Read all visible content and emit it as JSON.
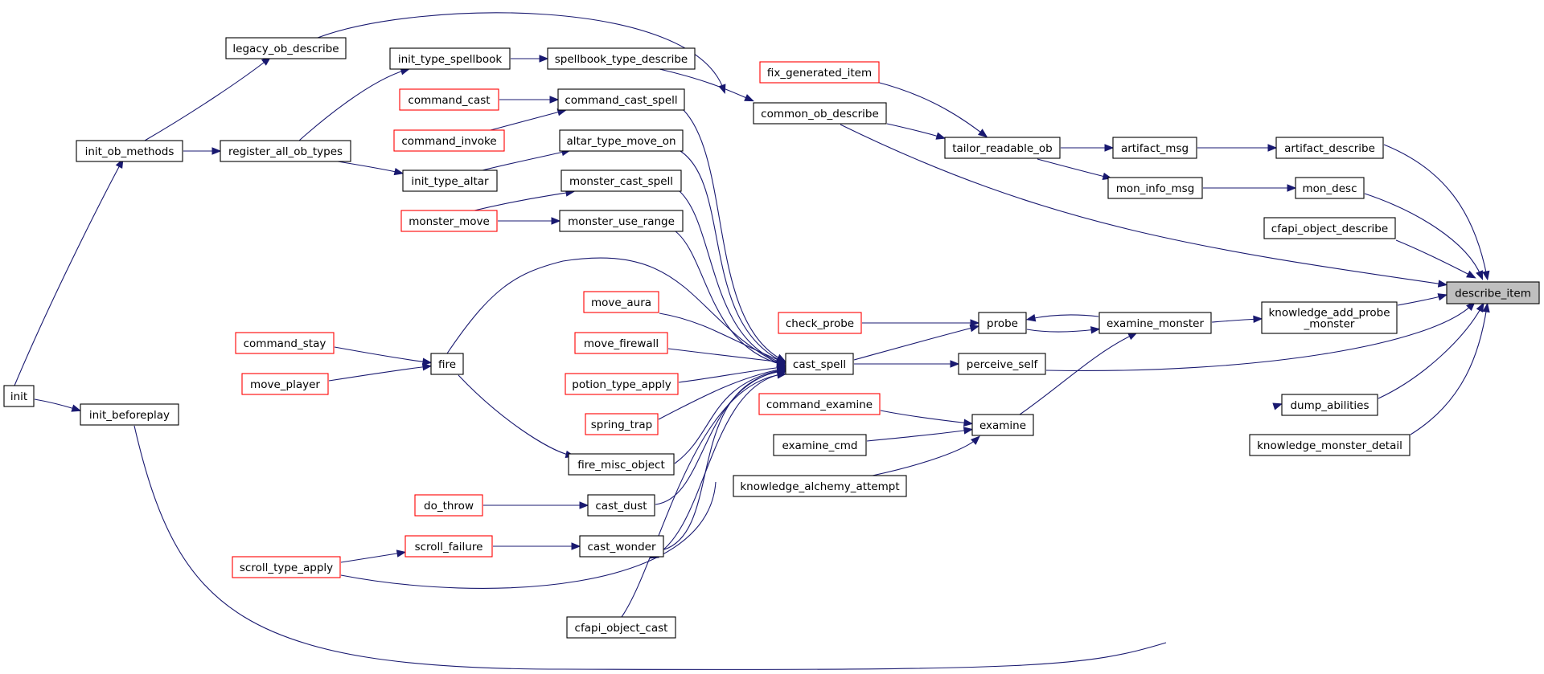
{
  "diagram": {
    "colors": {
      "edge": "#191970",
      "documented_border": "#000000",
      "undocumented_border": "#ff0000",
      "root_fill": "#bfbfbf"
    },
    "nodes": [
      {
        "id": "init",
        "label": "init",
        "style": "black"
      },
      {
        "id": "init_ob_methods",
        "label": "init_ob_methods",
        "style": "black"
      },
      {
        "id": "init_beforeplay",
        "label": "init_beforeplay",
        "style": "black"
      },
      {
        "id": "legacy_ob_describe",
        "label": "legacy_ob_describe",
        "style": "black"
      },
      {
        "id": "register_all_ob_types",
        "label": "register_all_ob_types",
        "style": "black"
      },
      {
        "id": "init_type_spellbook",
        "label": "init_type_spellbook",
        "style": "black"
      },
      {
        "id": "init_type_altar",
        "label": "init_type_altar",
        "style": "black"
      },
      {
        "id": "command_cast",
        "label": "command_cast",
        "style": "red"
      },
      {
        "id": "command_invoke",
        "label": "command_invoke",
        "style": "red"
      },
      {
        "id": "monster_move",
        "label": "monster_move",
        "style": "red"
      },
      {
        "id": "command_stay",
        "label": "command_stay",
        "style": "red"
      },
      {
        "id": "move_player",
        "label": "move_player",
        "style": "red"
      },
      {
        "id": "fire",
        "label": "fire",
        "style": "black"
      },
      {
        "id": "do_throw",
        "label": "do_throw",
        "style": "red"
      },
      {
        "id": "scroll_failure",
        "label": "scroll_failure",
        "style": "red"
      },
      {
        "id": "scroll_type_apply",
        "label": "scroll_type_apply",
        "style": "red"
      },
      {
        "id": "spellbook_type_describe",
        "label": "spellbook_type_describe",
        "style": "black"
      },
      {
        "id": "command_cast_spell",
        "label": "command_cast_spell",
        "style": "black"
      },
      {
        "id": "altar_type_move_on",
        "label": "altar_type_move_on",
        "style": "black"
      },
      {
        "id": "monster_cast_spell",
        "label": "monster_cast_spell",
        "style": "black"
      },
      {
        "id": "monster_use_range",
        "label": "monster_use_range",
        "style": "black"
      },
      {
        "id": "move_aura",
        "label": "move_aura",
        "style": "red"
      },
      {
        "id": "move_firewall",
        "label": "move_firewall",
        "style": "red"
      },
      {
        "id": "potion_type_apply",
        "label": "potion_type_apply",
        "style": "red"
      },
      {
        "id": "spring_trap",
        "label": "spring_trap",
        "style": "red"
      },
      {
        "id": "fire_misc_object",
        "label": "fire_misc_object",
        "style": "black"
      },
      {
        "id": "cast_dust",
        "label": "cast_dust",
        "style": "black"
      },
      {
        "id": "cast_wonder",
        "label": "cast_wonder",
        "style": "black"
      },
      {
        "id": "cfapi_object_cast",
        "label": "cfapi_object_cast",
        "style": "black"
      },
      {
        "id": "common_ob_describe",
        "label": "common_ob_describe",
        "style": "black"
      },
      {
        "id": "cast_spell",
        "label": "cast_spell",
        "style": "black"
      },
      {
        "id": "check_probe",
        "label": "check_probe",
        "style": "red"
      },
      {
        "id": "command_examine",
        "label": "command_examine",
        "style": "red"
      },
      {
        "id": "examine_cmd",
        "label": "examine_cmd",
        "style": "black"
      },
      {
        "id": "knowledge_alchemy_attempt",
        "label": "knowledge_alchemy_attempt",
        "style": "black"
      },
      {
        "id": "fix_generated_item",
        "label": "fix_generated_item",
        "style": "red"
      },
      {
        "id": "tailor_readable_ob",
        "label": "tailor_readable_ob",
        "style": "black"
      },
      {
        "id": "probe",
        "label": "probe",
        "style": "black"
      },
      {
        "id": "perceive_self",
        "label": "perceive_self",
        "style": "black"
      },
      {
        "id": "examine",
        "label": "examine",
        "style": "black"
      },
      {
        "id": "artifact_msg",
        "label": "artifact_msg",
        "style": "black"
      },
      {
        "id": "mon_info_msg",
        "label": "mon_info_msg",
        "style": "black"
      },
      {
        "id": "examine_monster",
        "label": "examine_monster",
        "style": "black"
      },
      {
        "id": "artifact_describe",
        "label": "artifact_describe",
        "style": "black"
      },
      {
        "id": "mon_desc",
        "label": "mon_desc",
        "style": "black"
      },
      {
        "id": "cfapi_object_describe",
        "label": "cfapi_object_describe",
        "style": "black"
      },
      {
        "id": "knowledge_add_probe_monster",
        "label": "knowledge_add_probe\n_monster",
        "style": "black"
      },
      {
        "id": "dump_abilities",
        "label": "dump_abilities",
        "style": "black"
      },
      {
        "id": "knowledge_monster_detail",
        "label": "knowledge_monster_detail",
        "style": "black"
      },
      {
        "id": "describe_item",
        "label": "describe_item",
        "style": "root"
      }
    ],
    "edges": [
      [
        "artifact_describe",
        "describe_item"
      ],
      [
        "mon_desc",
        "describe_item"
      ],
      [
        "cfapi_object_describe",
        "describe_item"
      ],
      [
        "common_ob_describe",
        "describe_item"
      ],
      [
        "knowledge_add_probe_monster",
        "describe_item"
      ],
      [
        "perceive_self",
        "describe_item"
      ],
      [
        "dump_abilities",
        "describe_item"
      ],
      [
        "knowledge_monster_detail",
        "describe_item"
      ],
      [
        "artifact_msg",
        "artifact_describe"
      ],
      [
        "mon_info_msg",
        "mon_desc"
      ],
      [
        "tailor_readable_ob",
        "artifact_msg"
      ],
      [
        "tailor_readable_ob",
        "mon_info_msg"
      ],
      [
        "fix_generated_item",
        "tailor_readable_ob"
      ],
      [
        "common_ob_describe",
        "tailor_readable_ob"
      ],
      [
        "examine_monster",
        "knowledge_add_probe_monster"
      ],
      [
        "probe",
        "examine_monster"
      ],
      [
        "examine_monster",
        "probe"
      ],
      [
        "examine",
        "examine_monster"
      ],
      [
        "check_probe",
        "probe"
      ],
      [
        "cast_spell",
        "probe"
      ],
      [
        "cast_spell",
        "perceive_self"
      ],
      [
        "command_examine",
        "examine"
      ],
      [
        "examine_cmd",
        "examine"
      ],
      [
        "knowledge_alchemy_attempt",
        "examine"
      ],
      [
        "spellbook_type_describe",
        "common_ob_describe"
      ],
      [
        "legacy_ob_describe",
        "common_ob_describe"
      ],
      [
        "init_type_spellbook",
        "spellbook_type_describe"
      ],
      [
        "register_all_ob_types",
        "init_type_spellbook"
      ],
      [
        "register_all_ob_types",
        "init_type_altar"
      ],
      [
        "init_ob_methods",
        "register_all_ob_types"
      ],
      [
        "init_ob_methods",
        "legacy_ob_describe"
      ],
      [
        "init",
        "init_ob_methods"
      ],
      [
        "init",
        "init_beforeplay"
      ],
      [
        "init_beforeplay",
        "dump_abilities"
      ],
      [
        "command_cast",
        "command_cast_spell"
      ],
      [
        "command_invoke",
        "command_cast_spell"
      ],
      [
        "init_type_altar",
        "altar_type_move_on"
      ],
      [
        "monster_move",
        "monster_cast_spell"
      ],
      [
        "monster_move",
        "monster_use_range"
      ],
      [
        "command_stay",
        "fire"
      ],
      [
        "move_player",
        "fire"
      ],
      [
        "fire",
        "fire_misc_object"
      ],
      [
        "do_throw",
        "cast_dust"
      ],
      [
        "scroll_failure",
        "cast_wonder"
      ],
      [
        "scroll_type_apply",
        "scroll_failure"
      ],
      [
        "command_cast_spell",
        "cast_spell"
      ],
      [
        "altar_type_move_on",
        "cast_spell"
      ],
      [
        "monster_cast_spell",
        "cast_spell"
      ],
      [
        "monster_use_range",
        "cast_spell"
      ],
      [
        "fire",
        "cast_spell"
      ],
      [
        "move_aura",
        "cast_spell"
      ],
      [
        "move_firewall",
        "cast_spell"
      ],
      [
        "potion_type_apply",
        "cast_spell"
      ],
      [
        "spring_trap",
        "cast_spell"
      ],
      [
        "fire_misc_object",
        "cast_spell"
      ],
      [
        "cast_dust",
        "cast_spell"
      ],
      [
        "cast_wonder",
        "cast_spell"
      ],
      [
        "cast_spell",
        "cast_wonder"
      ],
      [
        "scroll_type_apply",
        "cast_spell"
      ],
      [
        "cfapi_object_cast",
        "cast_spell"
      ]
    ]
  }
}
